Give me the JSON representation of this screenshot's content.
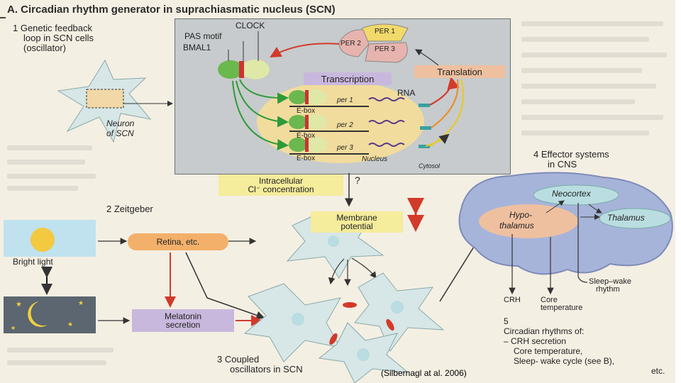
{
  "title": "A. Circadian rhythm generator in suprachiasmatic nucleus (SCN)",
  "panel1": {
    "heading": [
      "1 Genetic feedback",
      "loop in SCN cells",
      "(oscillator)"
    ],
    "neuron_label": [
      "Neuron",
      "of SCN"
    ],
    "clock": "CLOCK",
    "pas_motif": "PAS motif",
    "bmal1": "BMAL1",
    "per1": "PER 1",
    "per2": "PER 2",
    "per3": "PER 3",
    "transcription": "Transcription",
    "translation": "Translation",
    "rna": "RNA",
    "ebox": "E-box",
    "genes": [
      "per 1",
      "per 2",
      "per 3"
    ],
    "nucleus": "Nucleus",
    "cytosol": "Cytosol"
  },
  "intracellular": [
    "Intracellular",
    "Cl⁻ concentration"
  ],
  "question": "?",
  "panel2": {
    "heading": "2 Zeitgeber",
    "bright_light": "Bright light",
    "retina": "Retina, etc.",
    "melatonin": [
      "Melatonin",
      "secretion"
    ]
  },
  "membrane": [
    "Membrane",
    "potential"
  ],
  "panel3": {
    "heading": [
      "3 Coupled",
      "oscillators in SCN"
    ]
  },
  "panel4": {
    "heading": [
      "4 Effector systems",
      "in CNS"
    ],
    "neocortex": "Neocortex",
    "hypothalamus": [
      "Hypo-",
      "thalamus"
    ],
    "thalamus": "Thalamus",
    "crh": "CRH",
    "core_temperature": [
      "Core",
      "temperature"
    ],
    "sleep_wake": [
      "Sleep–wake",
      "rhythm"
    ]
  },
  "panel5": {
    "heading": [
      "5",
      "Circadian rhythms of:"
    ],
    "items": [
      "– CRH secretion",
      "Core temperature,",
      "Sleep- wake cycle (see B),"
    ],
    "etc": "etc."
  },
  "citation": "(Silbernagl at al. 2006)",
  "colors": {
    "panel_bg": "#c7cbcd",
    "nucleus": "#f3dc9a",
    "tag_purple": "#c9b8dd",
    "tag_salmon": "#efc0a0",
    "tag_yellow": "#f5ec9c",
    "tag_teal": "#b9dde0",
    "cell": "#d7e6e6",
    "orange_pill": "#f3b06a",
    "arrow_green": "#2f9a3a",
    "arrow_red": "#d23a2a"
  }
}
